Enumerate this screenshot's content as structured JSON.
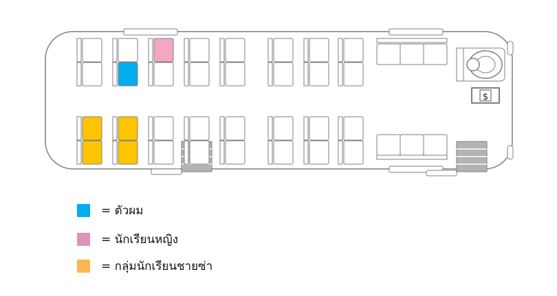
{
  "colors": {
    "blue": "#00aeef",
    "pink": "#f4a7c4",
    "orange": "#fdc500",
    "outline": "#7f7f7f",
    "stair": "#b3b3b3",
    "legend_pink": "#d895b8",
    "legend_orange": "#fbb652"
  },
  "icons": {
    "driver": "steering-wheel-icon",
    "fare": "cash-box-icon"
  },
  "driver": {
    "fare_symbol": "$"
  },
  "legend": [
    {
      "swatch": "blue",
      "label": "= ตัวผม"
    },
    {
      "swatch": "legend_pink",
      "label": "= นักเรียนหญิง"
    },
    {
      "swatch": "legend_orange",
      "label": "= กลุ่มนักเรียนชายซ่า"
    }
  ]
}
